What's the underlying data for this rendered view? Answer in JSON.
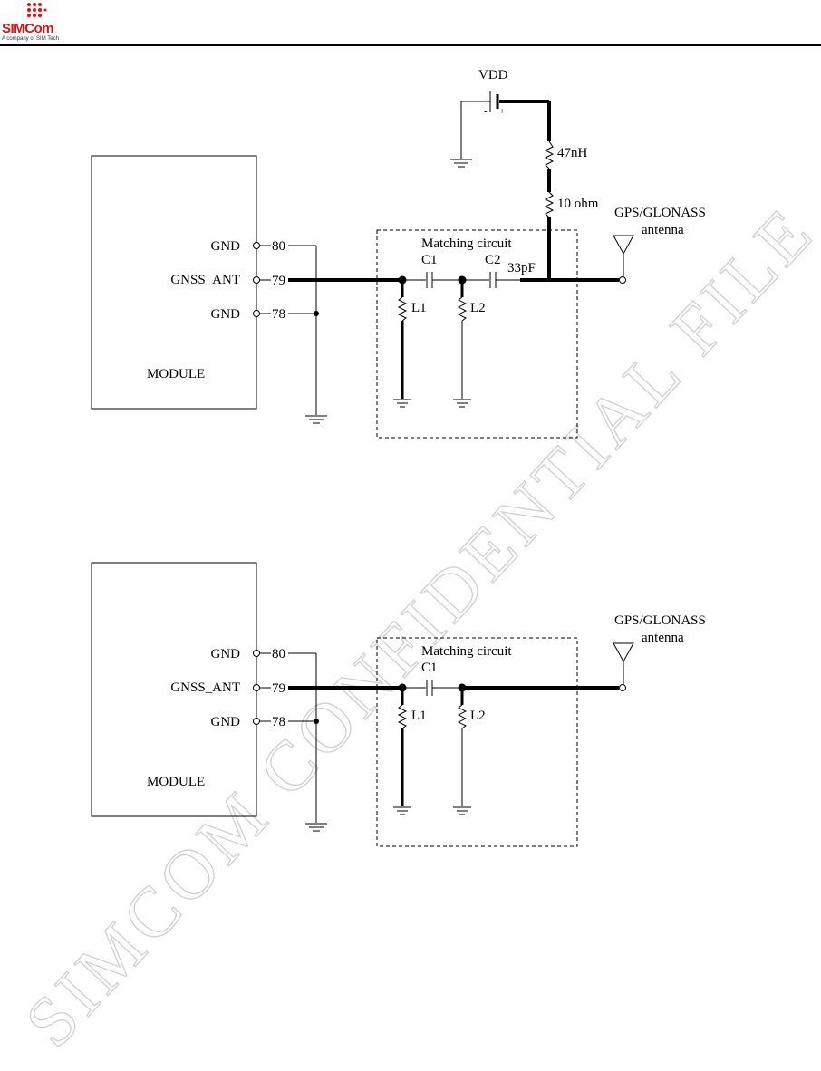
{
  "header": {
    "logo_text": "SIMCom",
    "logo_tagline": "A company of SIM Tech",
    "logo_color": "#d7141a"
  },
  "watermark": {
    "text": "SIMCOM  CONFIDENTIAL  FILE"
  },
  "diagram_top": {
    "vdd_label": "VDD",
    "battery_minus": "-",
    "battery_plus": "+",
    "inductor_label": "47nH",
    "resistor_label": "10 ohm",
    "antenna_label_line1": "GPS/GLONASS",
    "antenna_label_line2": "antenna",
    "module_label": "MODULE",
    "pins": [
      {
        "name": "GND",
        "number": "80"
      },
      {
        "name": "GNSS_ANT",
        "number": "79"
      },
      {
        "name": "GND",
        "number": "78"
      }
    ],
    "matching_title": "Matching circuit",
    "c1_label": "C1",
    "c2_label": "C2",
    "c2_value": "33pF",
    "l1_label": "L1",
    "l2_label": "L2"
  },
  "diagram_bottom": {
    "antenna_label_line1": "GPS/GLONASS",
    "antenna_label_line2": "antenna",
    "module_label": "MODULE",
    "pins": [
      {
        "name": "GND",
        "number": "80"
      },
      {
        "name": "GNSS_ANT",
        "number": "79"
      },
      {
        "name": "GND",
        "number": "78"
      }
    ],
    "matching_title": "Matching circuit",
    "c1_label": "C1",
    "l1_label": "L1",
    "l2_label": "L2"
  }
}
